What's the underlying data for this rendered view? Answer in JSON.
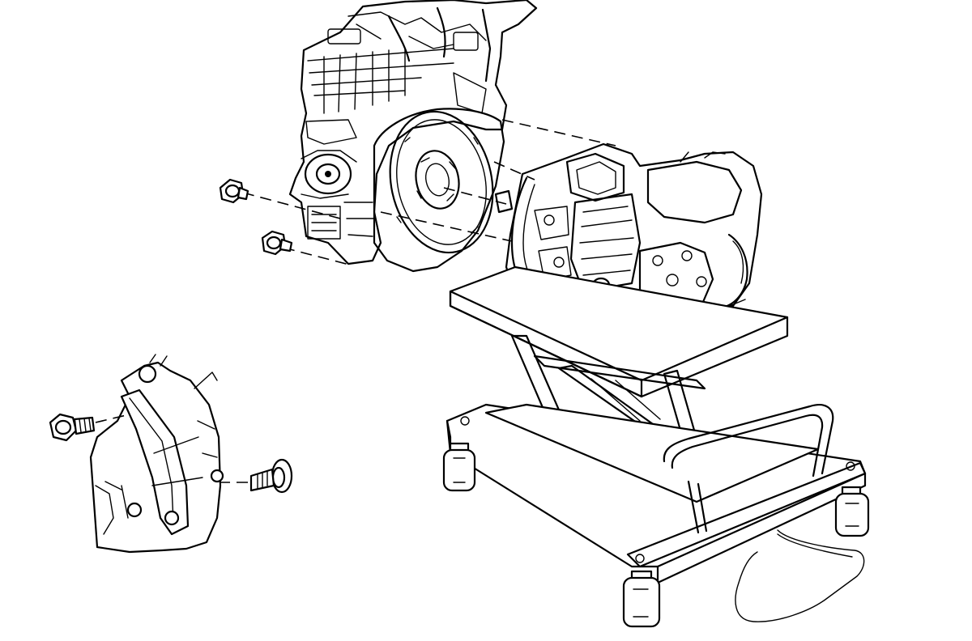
{
  "diagram": {
    "parts": [
      {
        "id": "engine-assembly",
        "icon": "engine-icon"
      },
      {
        "id": "flywheel",
        "icon": "flywheel-icon"
      },
      {
        "id": "transmission-assembly",
        "icon": "transmission-icon"
      },
      {
        "id": "transmission-jack",
        "icon": "jack-icon"
      },
      {
        "id": "upper-mount-bolts",
        "icon": "bolt-icon"
      },
      {
        "id": "mount-bracket-detail",
        "icon": "bracket-icon"
      },
      {
        "id": "bracket-bolts",
        "icon": "bolt-icon"
      }
    ],
    "line_color": "#000000",
    "background": "#ffffff"
  }
}
